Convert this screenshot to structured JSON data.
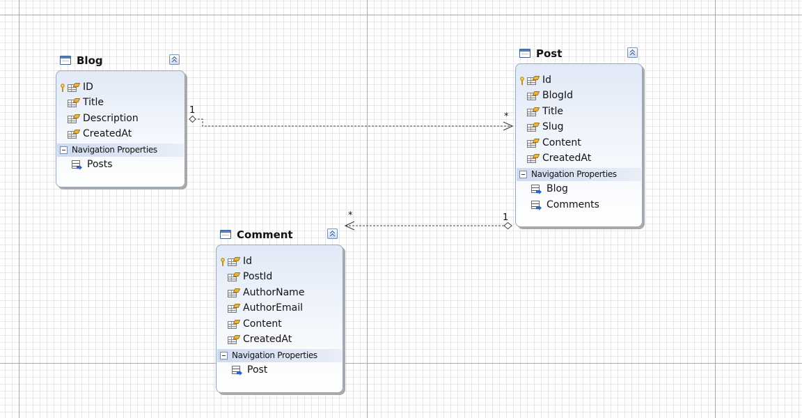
{
  "section_label": "Navigation Properties",
  "entities": {
    "blog": {
      "title": "Blog",
      "properties": [
        "ID",
        "Title",
        "Description",
        "CreatedAt"
      ],
      "key": "ID",
      "navigation": [
        "Posts"
      ]
    },
    "post": {
      "title": "Post",
      "properties": [
        "Id",
        "BlogId",
        "Title",
        "Slug",
        "Content",
        "CreatedAt"
      ],
      "key": "Id",
      "navigation": [
        "Blog",
        "Comments"
      ]
    },
    "comment": {
      "title": "Comment",
      "properties": [
        "Id",
        "PostId",
        "AuthorName",
        "AuthorEmail",
        "Content",
        "CreatedAt"
      ],
      "key": "Id",
      "navigation": [
        "Post"
      ]
    }
  },
  "associations": [
    {
      "from": "blog",
      "to": "post",
      "from_multiplicity": "1",
      "to_multiplicity": "*"
    },
    {
      "from": "post",
      "to": "comment",
      "from_multiplicity": "1",
      "to_multiplicity": "*"
    }
  ],
  "colors": {
    "grid_major": "#a9a9a9",
    "grid_minor": "#e6e6e6",
    "entity_border": "#99a6bc",
    "entity_fill_top": "#e1e9f7",
    "connector": "#404040"
  }
}
